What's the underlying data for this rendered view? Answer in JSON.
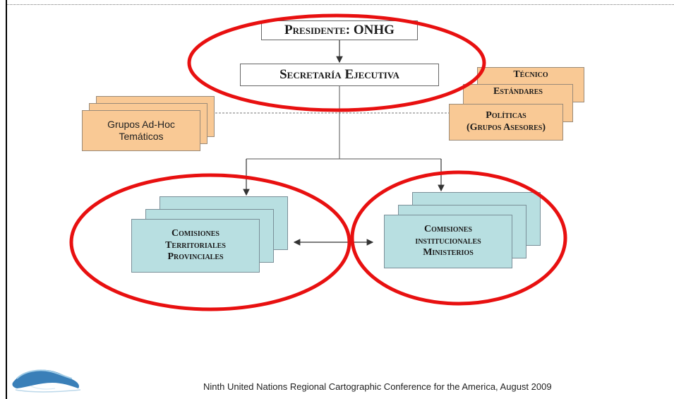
{
  "diagram": {
    "president": "Presidente: ONHG",
    "secretary": "Secretaría Ejecutiva",
    "adhoc": {
      "line1": "Grupos Ad-Hoc",
      "line2": "Temáticos"
    },
    "advisory": {
      "tecnico": "Técnico",
      "estandares": "Estándares",
      "politicas_line1": "Políticas",
      "politicas_line2": "(Grupos Asesores)"
    },
    "territorial": {
      "line1": "Comisiones",
      "line2": "Territoriales",
      "line3": "Provinciales"
    },
    "institutional": {
      "line1": "Comisiones",
      "line2": "institucionales",
      "line3": "Ministerios"
    }
  },
  "footer": "Ninth United Nations Regional Cartographic Conference for the America, August 2009",
  "colors": {
    "highlight": "#e81010",
    "orange_box": "#f9c995",
    "teal_box": "#b8dfe1"
  }
}
